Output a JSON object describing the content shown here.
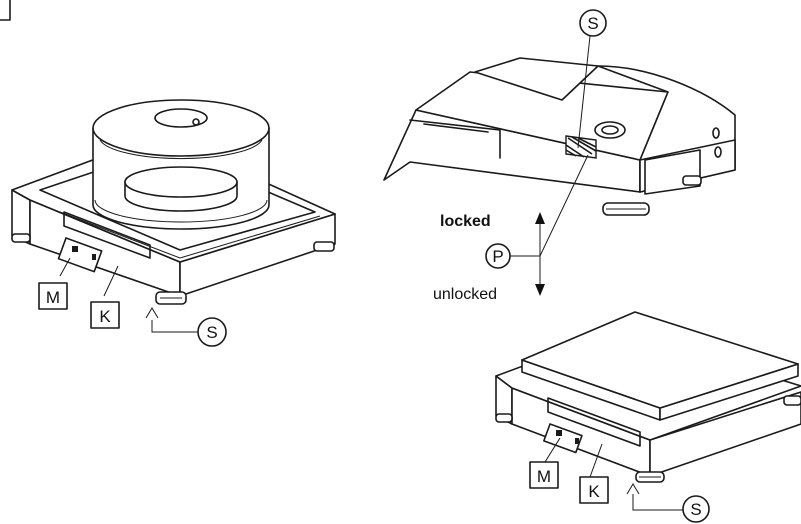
{
  "labels": {
    "m_left": "M",
    "k_left": "K",
    "s_left": "S",
    "s_top": "S",
    "p": "P",
    "locked": "locked",
    "unlocked": "unlocked",
    "m_right": "M",
    "k_right": "K",
    "s_right": "S"
  }
}
